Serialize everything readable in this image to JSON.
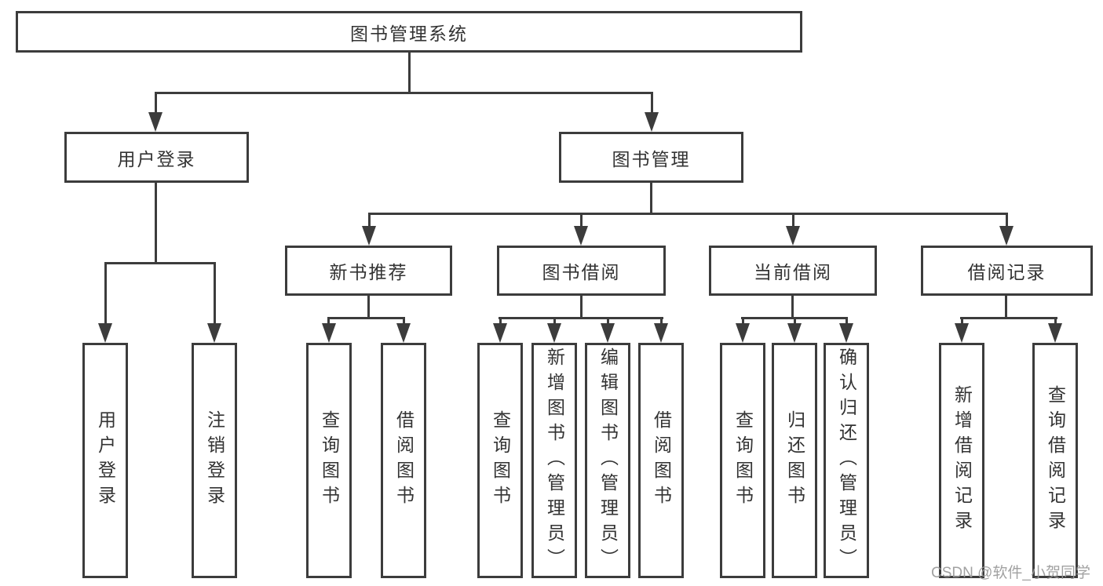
{
  "diagram": {
    "type": "tree",
    "title": "图书管理系统",
    "watermark": "CSDN @软件_小贺同学",
    "colors": {
      "line": "#3c3c3c",
      "box_border": "#3c3c3c",
      "text": "#333333",
      "background": "#ffffff",
      "watermark": "#999999"
    },
    "nodes": {
      "root": {
        "label": "图书管理系统",
        "children": [
          "user_login",
          "book_mgmt"
        ]
      },
      "user_login": {
        "label": "用户登录",
        "children": [
          "login",
          "logout"
        ]
      },
      "book_mgmt": {
        "label": "图书管理",
        "children": [
          "new_book",
          "book_borrow",
          "current_borrow",
          "borrow_record"
        ]
      },
      "new_book": {
        "label": "新书推荐",
        "children": [
          "nb_query",
          "nb_borrow"
        ]
      },
      "book_borrow": {
        "label": "图书借阅",
        "children": [
          "bb_query",
          "bb_add",
          "bb_edit",
          "bb_borrow"
        ]
      },
      "current_borrow": {
        "label": "当前借阅",
        "children": [
          "cb_query",
          "cb_return",
          "cb_confirm"
        ]
      },
      "borrow_record": {
        "label": "借阅记录",
        "children": [
          "br_add",
          "br_query"
        ]
      },
      "login": {
        "label": "用户登录"
      },
      "logout": {
        "label": "注销登录"
      },
      "nb_query": {
        "label": "查询图书"
      },
      "nb_borrow": {
        "label": "借阅图书"
      },
      "bb_query": {
        "label": "查询图书"
      },
      "bb_add": {
        "label": "新增图书（管理员）"
      },
      "bb_edit": {
        "label": "编辑图书（管理员）"
      },
      "bb_borrow": {
        "label": "借阅图书"
      },
      "cb_query": {
        "label": "查询图书"
      },
      "cb_return": {
        "label": "归还图书"
      },
      "cb_confirm": {
        "label": "确认归还（管理员）"
      },
      "br_add": {
        "label": "新增借阅记录"
      },
      "br_query": {
        "label": "查询借阅记录"
      }
    }
  }
}
